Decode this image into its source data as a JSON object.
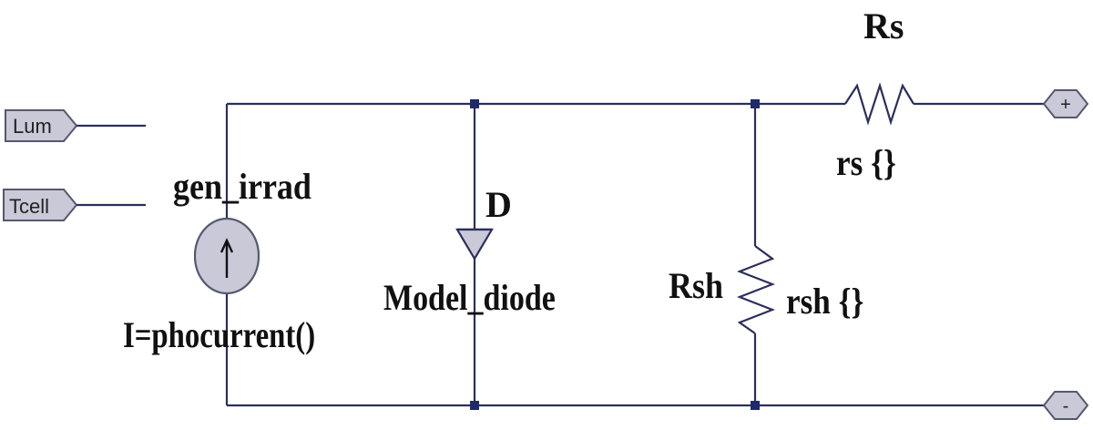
{
  "ports": {
    "lum": "Lum",
    "tcell": "Tcell",
    "plus": "+",
    "minus": "-"
  },
  "components": {
    "source": {
      "name": "gen_irrad",
      "value": "I=phocurrent()"
    },
    "diode": {
      "name": "D",
      "model": "Model_diode"
    },
    "shunt_resistor": {
      "name": "Rsh",
      "value": "rsh {}"
    },
    "series_resistor": {
      "name": "Rs",
      "value": "rs {}"
    }
  },
  "colors": {
    "wire": "#2b2f5c",
    "node": "#1f2a6b",
    "port_fill": "#c9c9d8",
    "source_fill": "#c9c9d8"
  }
}
